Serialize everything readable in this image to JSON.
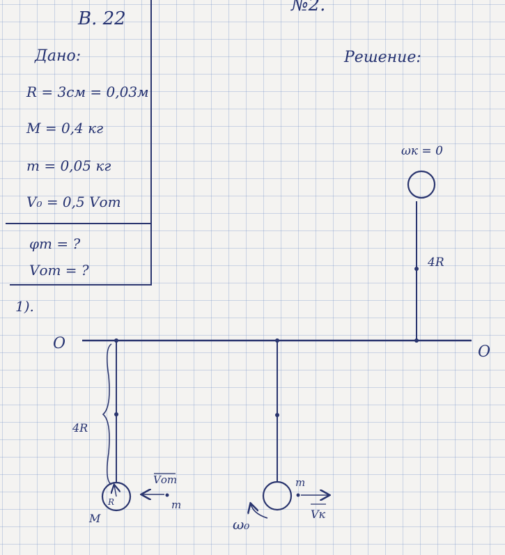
{
  "header": {
    "variant": "В. 22",
    "problem_number": "№2."
  },
  "given": {
    "title": "Дано:",
    "items": [
      "R = 3см = 0,03м",
      "M = 0,4 кг",
      "m = 0,05 кг",
      "V₀ = 0,5 Vот"
    ],
    "unknowns": [
      "φm = ?",
      "Vот = ?"
    ]
  },
  "solution": {
    "title": "Решение:",
    "step": "1)."
  },
  "diagram": {
    "axis_left": "O",
    "axis_right": "O",
    "omega_top": "ωк = 0",
    "length_top": "4R",
    "length_left": "4R",
    "left_mass_label": "M",
    "left_radius_label": "R",
    "left_velocity_label": "Vот",
    "left_bullet_label": "m",
    "right_omega_label": "ω₀",
    "right_mass_label": "m",
    "right_velocity_label": "Vк"
  }
}
